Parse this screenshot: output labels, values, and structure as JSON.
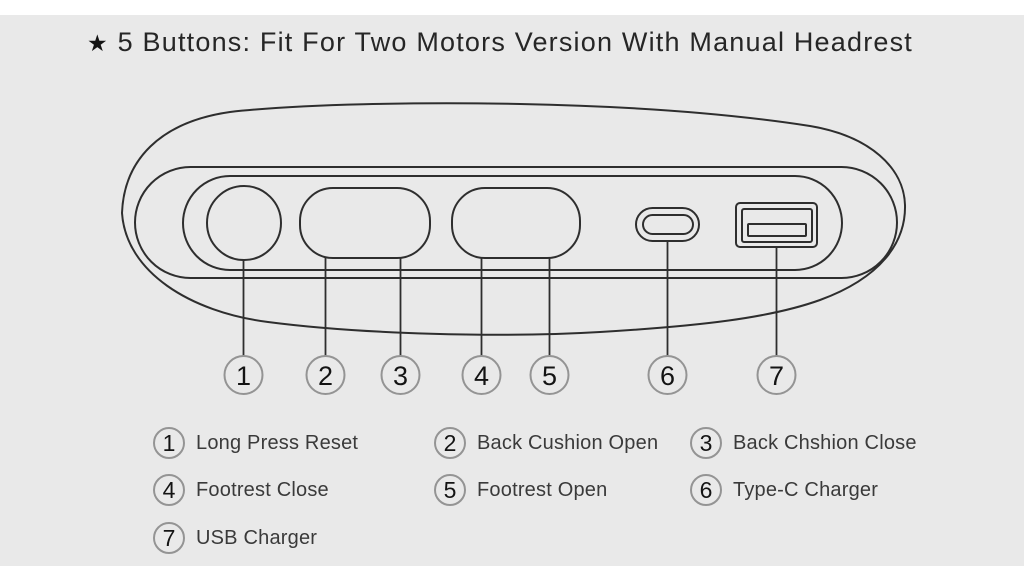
{
  "title": {
    "star": "★",
    "text": "5 Buttons: Fit For Two Motors Version With Manual Headrest"
  },
  "diagram": {
    "callouts": [
      "1",
      "2",
      "3",
      "4",
      "5",
      "6",
      "7"
    ]
  },
  "legend": {
    "items": [
      {
        "number": "1",
        "label": "Long Press Reset"
      },
      {
        "number": "2",
        "label": "Back Cushion Open"
      },
      {
        "number": "3",
        "label": "Back Chshion Close"
      },
      {
        "number": "4",
        "label": "Footrest Close"
      },
      {
        "number": "5",
        "label": "Footrest Open"
      },
      {
        "number": "6",
        "label": "Type-C Charger"
      },
      {
        "number": "7",
        "label": "USB Charger"
      }
    ]
  },
  "colors": {
    "page": "#ffffff",
    "background": "#e9e9e9",
    "line": "#2e2e2e",
    "callout_stroke": "#949494",
    "digit": "#141414",
    "label_text": "#3a3a3a",
    "title_text": "#262626"
  }
}
